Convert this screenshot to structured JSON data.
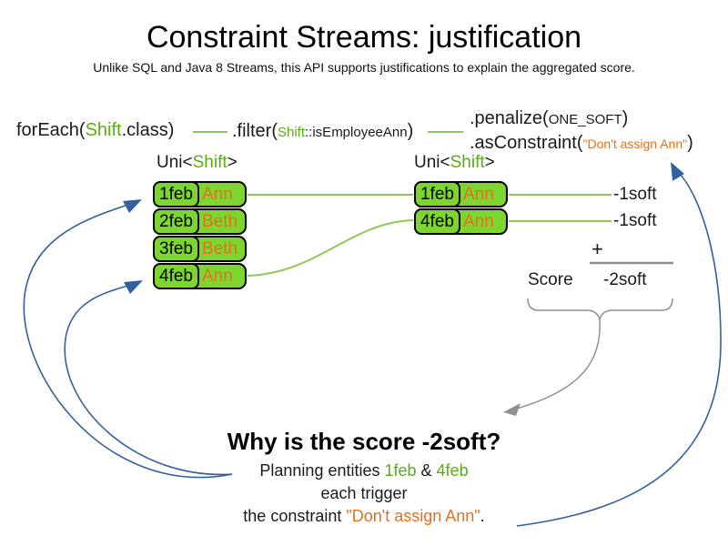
{
  "title": "Constraint Streams: justification",
  "subtitle": "Unlike SQL and Java 8 Streams, this API supports justifications to explain the aggregated score.",
  "colors": {
    "green_box": "#7dd62f",
    "green_text": "#5aac14",
    "green_line": "#8fc858",
    "orange": "#e2711d",
    "blue": "#33619f",
    "gray": "#909090"
  },
  "code": {
    "foreach_pre": "forEach(",
    "foreach_class": "Shift",
    "foreach_post": ".class)",
    "filter_pre": ".filter(",
    "filter_arg_class": "Shift",
    "filter_arg_rest": "::isEmployeeAnn",
    "filter_post": ")",
    "penalize_pre": ".penalize(",
    "penalize_arg": "ONE_SOFT",
    "penalize_post": ")",
    "asconstraint_pre": ".asConstraint(",
    "asconstraint_arg": "\"Don't assign Ann\"",
    "asconstraint_post": ")"
  },
  "uni": {
    "pre": "Uni<",
    "class_name": "Shift",
    "post": ">"
  },
  "left_table": {
    "rows": [
      {
        "date": "1feb",
        "name": "Ann"
      },
      {
        "date": "2feb",
        "name": "Beth"
      },
      {
        "date": "3feb",
        "name": "Beth"
      },
      {
        "date": "4feb",
        "name": "Ann"
      }
    ]
  },
  "right_table": {
    "rows": [
      {
        "date": "1feb",
        "name": "Ann"
      },
      {
        "date": "4feb",
        "name": "Ann"
      }
    ]
  },
  "score_panel": {
    "penalties": [
      "-1soft",
      "-1soft"
    ],
    "plus": "+",
    "score_label": "Score",
    "total": "-2soft"
  },
  "explanation": {
    "heading": "Why is the score -2soft?",
    "line1_pre": "Planning entities ",
    "entity1": "1feb",
    "amp": " & ",
    "entity2": "4feb",
    "line2": "each trigger",
    "line3_pre": "the constraint ",
    "constraint": "\"Don't assign Ann\"",
    "line3_post": "."
  }
}
